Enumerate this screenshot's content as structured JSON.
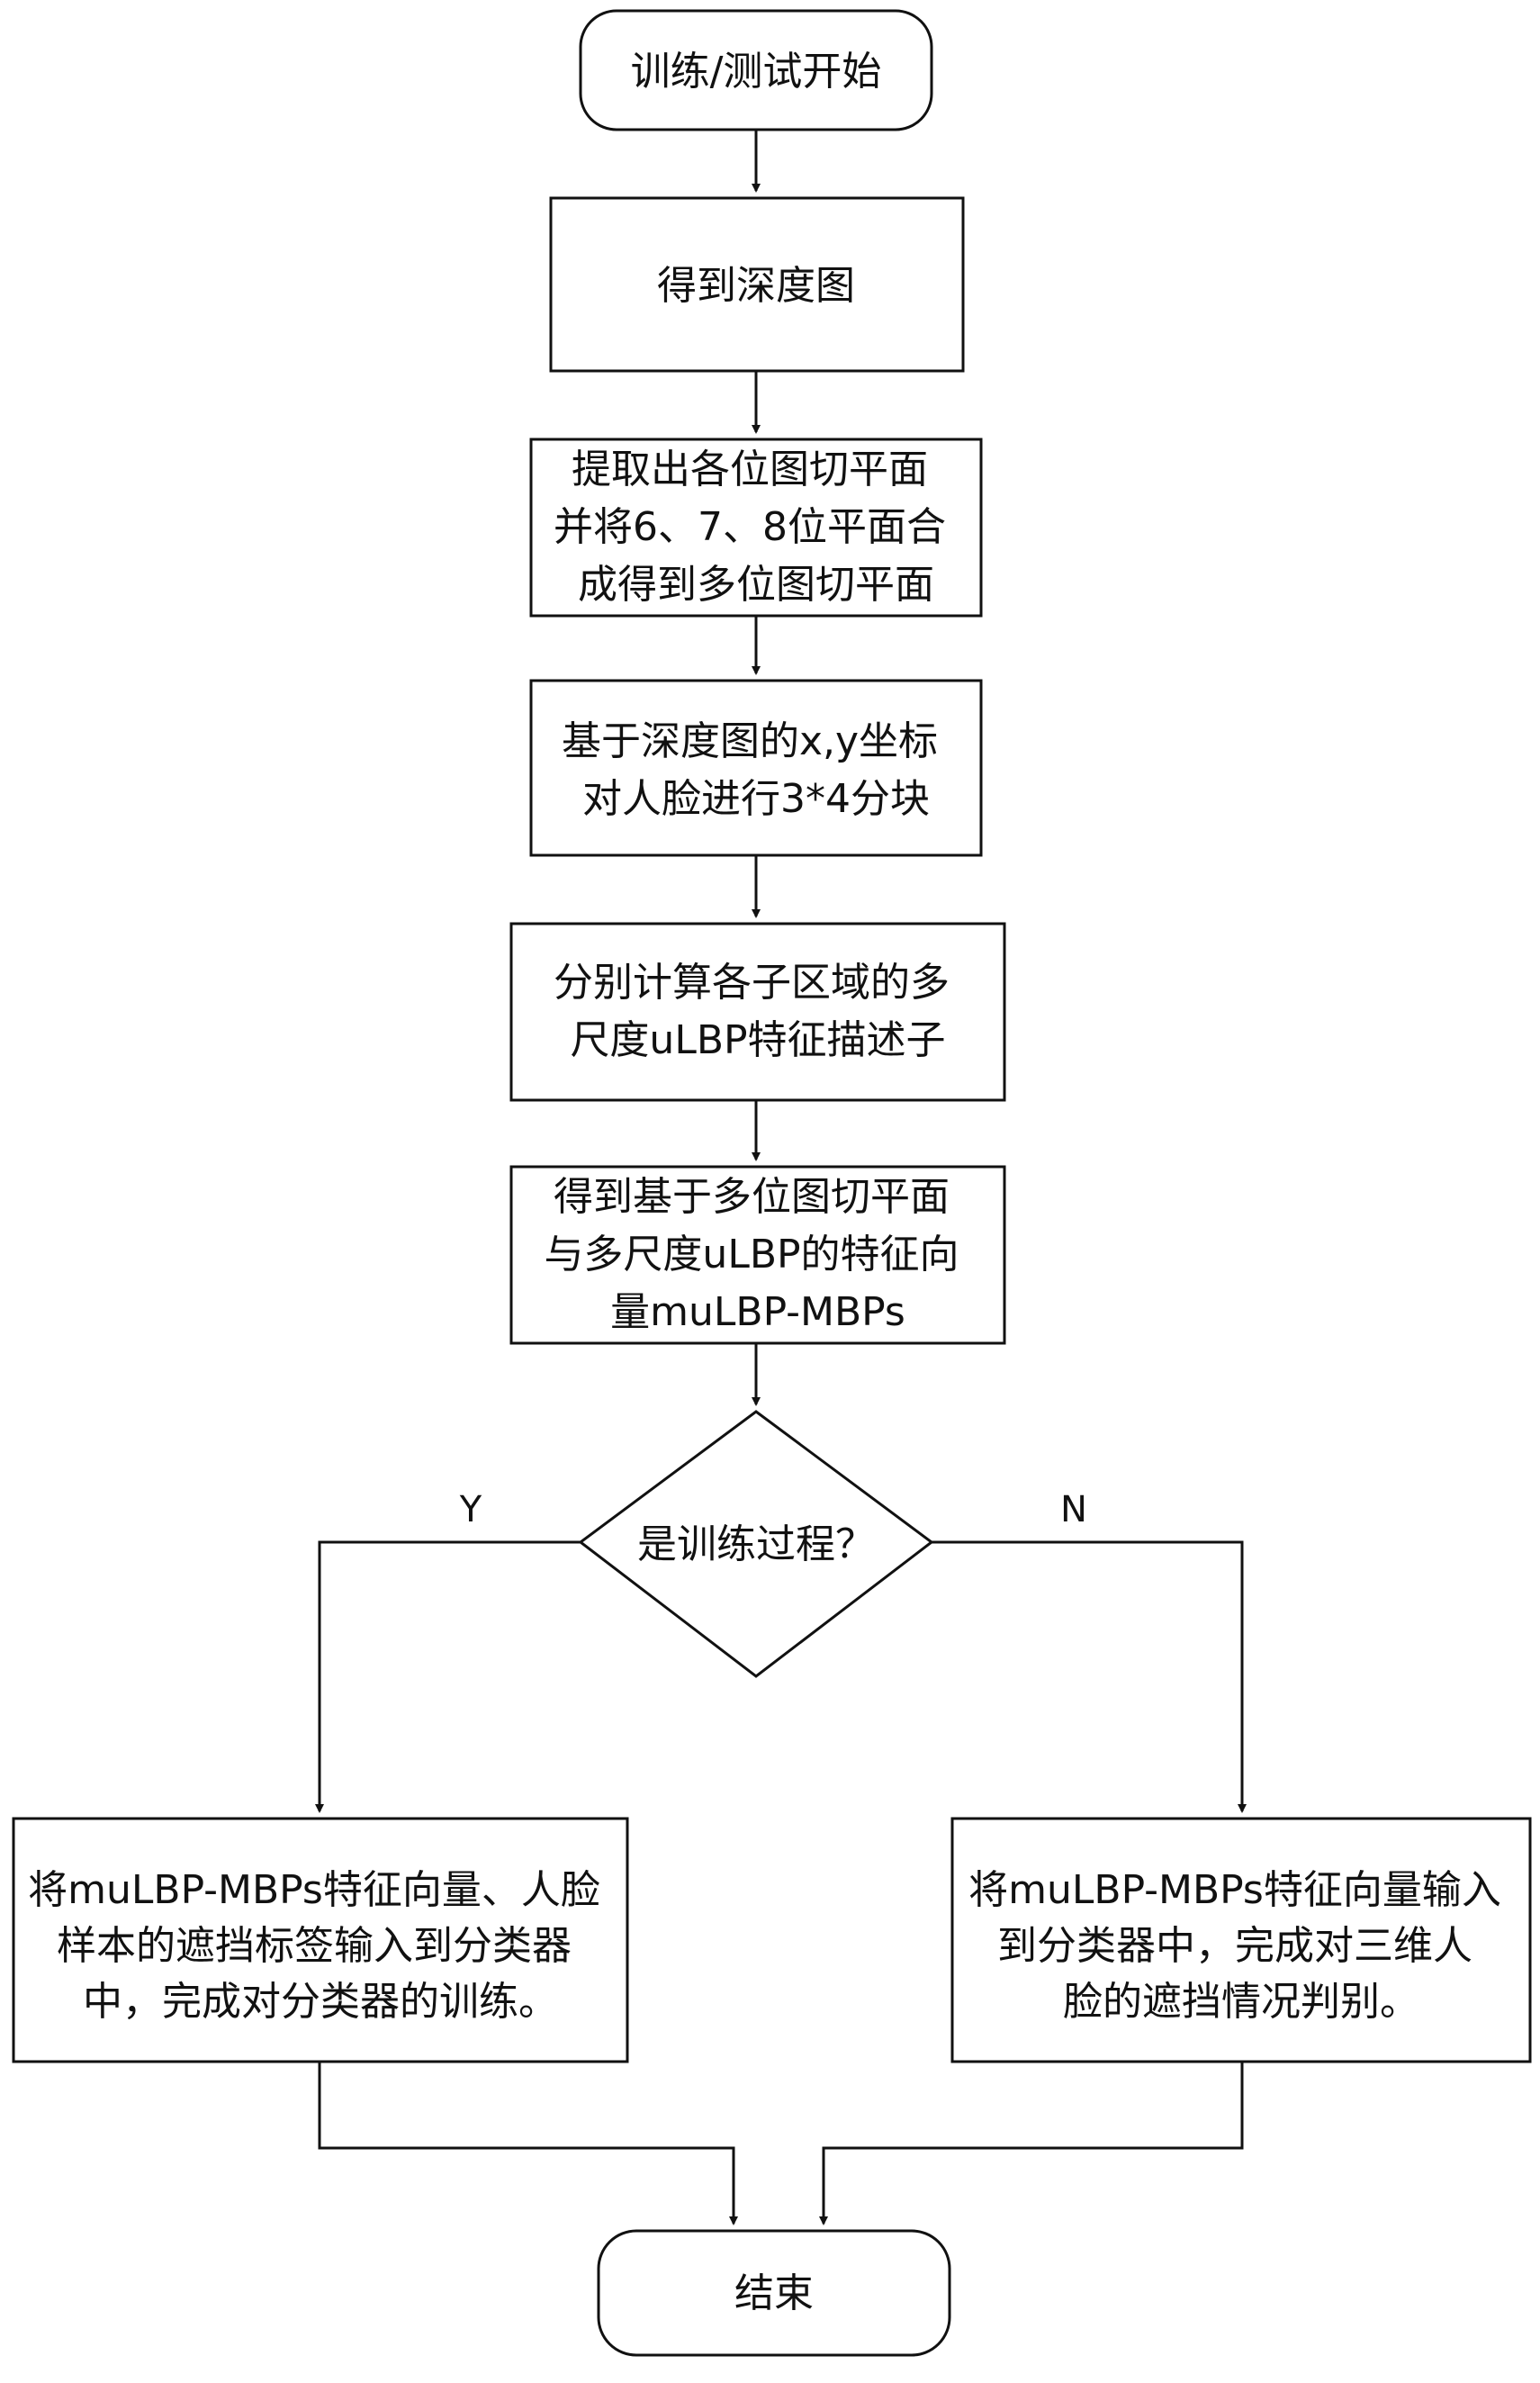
{
  "nodes": {
    "start": {
      "lines": [
        "训练/测试开始"
      ]
    },
    "depth_map": {
      "lines": [
        "得到深度图"
      ]
    },
    "bit_planes": {
      "lines": [
        "提取出各位图切平面",
        "并将6、7、8位平面合",
        "成得到多位图切平面"
      ]
    },
    "blocks": {
      "lines": [
        "基于深度图的x,y坐标",
        "对人脸进行3*4分块"
      ]
    },
    "ulbp": {
      "lines": [
        "分别计算各子区域的多",
        "尺度uLBP特征描述子"
      ]
    },
    "feature_vector": {
      "lines": [
        "得到基于多位图切平面",
        "与多尺度uLBP的特征向",
        "量muLBP-MBPs"
      ]
    },
    "decision": {
      "lines": [
        "是训练过程？"
      ]
    },
    "train": {
      "lines": [
        "将muLBP-MBPs特征向量、人脸",
        "样本的遮挡标签输入到分类器",
        "中，完成对分类器的训练。"
      ]
    },
    "test": {
      "lines": [
        "将muLBP-MBPs特征向量输入",
        "到分类器中，完成对三维人",
        "脸的遮挡情况判别。"
      ]
    },
    "end": {
      "lines": [
        "结束"
      ]
    }
  },
  "edge_labels": {
    "yes": "Y",
    "no": "N"
  }
}
